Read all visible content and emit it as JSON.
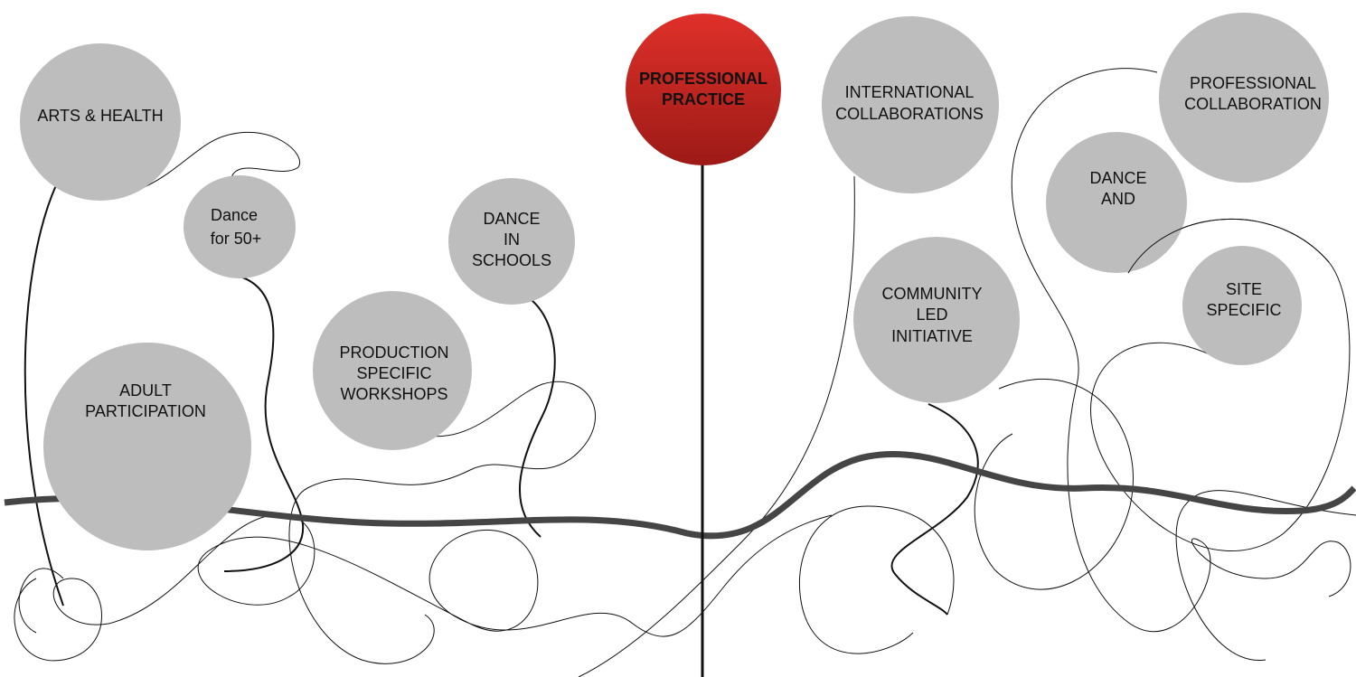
{
  "center": {
    "lines": [
      "PROFESSIONAL",
      "PRACTICE"
    ],
    "color": "#c0221c"
  },
  "bubbles": [
    {
      "id": "arts-health",
      "lines": [
        "ARTS & HEALTH"
      ]
    },
    {
      "id": "dance-50",
      "lines": [
        "Dance",
        "for 50+"
      ]
    },
    {
      "id": "adult-participation",
      "lines": [
        "ADULT",
        "PARTICIPATION"
      ]
    },
    {
      "id": "production-workshops",
      "lines": [
        "PRODUCTION",
        "SPECIFIC",
        "WORKSHOPS"
      ]
    },
    {
      "id": "dance-schools",
      "lines": [
        "DANCE",
        "IN",
        "SCHOOLS"
      ]
    },
    {
      "id": "international",
      "lines": [
        "INTERNATIONAL",
        "COLLABORATIONS"
      ]
    },
    {
      "id": "community",
      "lines": [
        "COMMUNITY",
        "LED",
        "INITIATIVE"
      ]
    },
    {
      "id": "dance-and",
      "lines": [
        "DANCE",
        "AND"
      ]
    },
    {
      "id": "prof-collab",
      "lines": [
        "PROFESSIONAL",
        "COLLABORATION"
      ]
    },
    {
      "id": "site-specific",
      "lines": [
        "SITE",
        "SPECIFIC"
      ]
    }
  ]
}
